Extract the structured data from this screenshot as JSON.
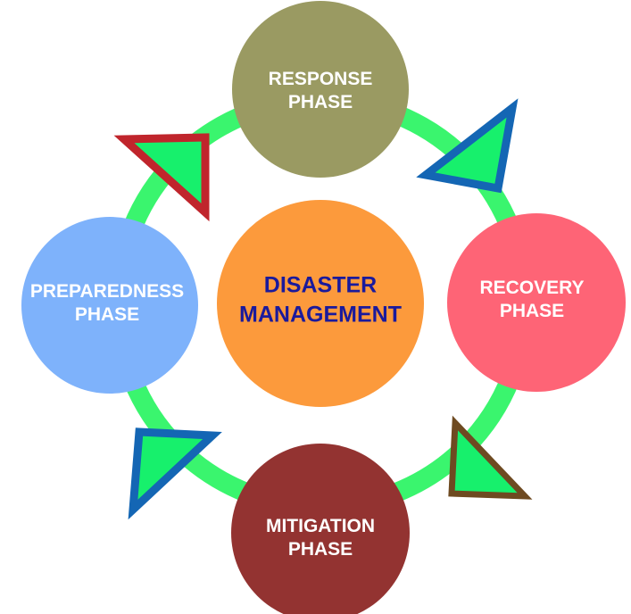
{
  "diagram": {
    "center": {
      "line1": "DISASTER",
      "line2": "MANAGEMENT",
      "fill": "#FC9A3C",
      "text_color": "#1A1A9C"
    },
    "phases": {
      "response": {
        "line1": "RESPONSE",
        "line2": "PHASE",
        "fill": "#9A9A62"
      },
      "recovery": {
        "line1": "RECOVERY",
        "line2": "PHASE",
        "fill": "#FE6476"
      },
      "mitigation": {
        "line1": "MITIGATION",
        "line2": "PHASE",
        "fill": "#933331"
      },
      "preparedness": {
        "line1": "PREPAREDNESS",
        "line2": "PHASE",
        "fill": "#7EB2FB"
      }
    },
    "ring_color": "#3AF56E",
    "arrows": {
      "fill": "#17F06C",
      "response_to_recovery_border": "#1466B4",
      "recovery_to_mitigation_border": "#6E4A21",
      "mitigation_to_preparedness_border": "#1466B4",
      "preparedness_to_response_border": "#C0252C"
    }
  }
}
